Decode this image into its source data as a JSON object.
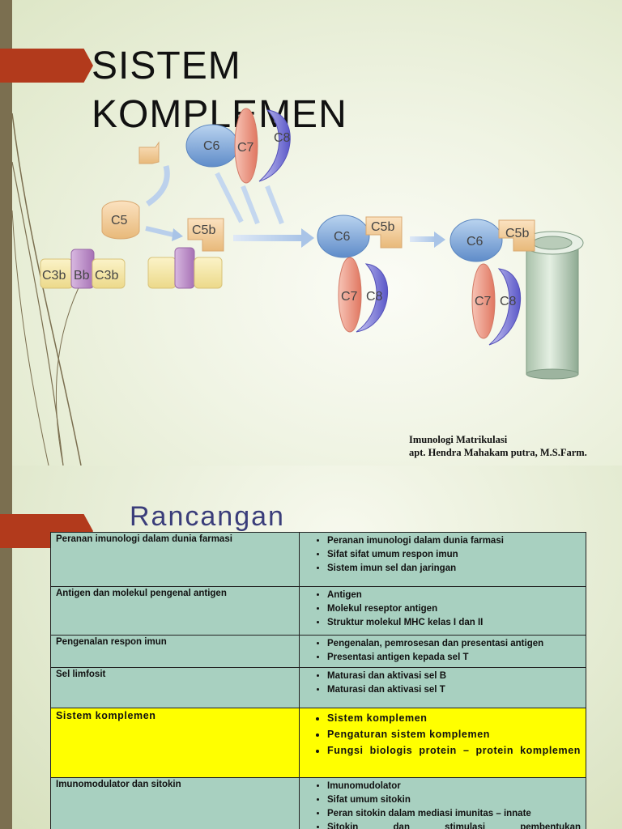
{
  "slide1": {
    "title": "SISTEM\nKOMPLEMEN",
    "credits": {
      "course": "Imunologi Matrikulasi",
      "author": "apt. Hendra Mahakam putra, M.S.Farm."
    },
    "diagram_labels": {
      "c3b_left": "C3b",
      "bb": "Bb",
      "c3b_right": "C3b",
      "c5": "C5",
      "c5b_mid": "C5b",
      "c6_top": "C6",
      "c7_top": "C7",
      "c8_top": "C8",
      "c6_mid": "C6",
      "c5b_right1": "C5b",
      "c7_mid": "C7",
      "c8_mid": "C8",
      "c6_right": "C6",
      "c5b_right2": "C5b",
      "c7_right": "C7",
      "c8_right": "C8"
    }
  },
  "slide2": {
    "title": "Rancangan",
    "rows": [
      {
        "topic": "Peranan imunologi dalam dunia farmasi",
        "items": [
          "Peranan imunologi dalam dunia farmasi",
          "Sifat sifat umum respon imun",
          "Sistem imun sel dan jaringan"
        ]
      },
      {
        "topic": "Antigen dan molekul pengenal antigen",
        "items": [
          "Antigen",
          "Molekul reseptor antigen",
          "Struktur molekul MHC kelas I dan II"
        ]
      },
      {
        "topic": "Pengenalan respon imun",
        "items": [
          "Pengenalan, pemrosesan dan presentasi antigen",
          "Presentasi antigen kepada sel T"
        ]
      },
      {
        "topic": "Sel limfosit",
        "items": [
          "Maturasi dan aktivasi sel B",
          "Maturasi dan aktivasi sel T"
        ]
      },
      {
        "topic": "Sistem komplemen",
        "items": [
          "Sistem komplemen",
          "Pengaturan sistem komplemen",
          "Fungsi biologis protein – protein komplemen"
        ]
      },
      {
        "topic": "Imunomodulator dan sitokin",
        "items": [
          "Imunomudolator",
          "Sifat umum sitokin",
          "Peran sitokin dalam mediasi imunitas – innate",
          "Sitokin dan stimulasi pembentukan"
        ]
      }
    ]
  },
  "colors": {
    "banner": "#b23a1c",
    "side_strip": "#7b6f50",
    "table_cell": "#a8d0c0",
    "highlight_row": "#ffff00"
  }
}
